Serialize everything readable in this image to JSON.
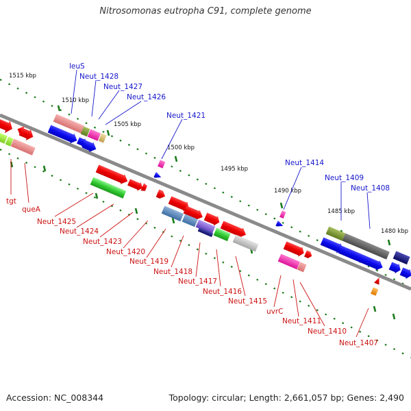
{
  "title": "Nitrosomonas eutropha C91, complete genome",
  "footer": {
    "accession": "Accession: NC_008344",
    "summary": "Topology: circular; Length: 2,661,057 bp; Genes: 2,490"
  },
  "colors": {
    "backbone": "#8a8a8a",
    "tick": "#1a7a1a",
    "label_top": "#1515cc",
    "label_bottom": "#cc1111"
  },
  "scale_labels": [
    "1515 kbp",
    "1510 kbp",
    "1505 kbp",
    "1500 kbp",
    "1495 kbp",
    "1490 kbp",
    "1485 kbp",
    "1480 kbp"
  ],
  "top_gene_labels": [
    "leuS",
    "Neut_1428",
    "Neut_1427",
    "Neut_1426",
    "Neut_1421",
    "Neut_1414",
    "Neut_1409",
    "Neut_1408"
  ],
  "bottom_gene_labels": [
    "tgt",
    "queA",
    "Neut_1425",
    "Neut_1424",
    "Neut_1423",
    "Neut_1420",
    "Neut_1419",
    "Neut_1418",
    "Neut_1417",
    "Neut_1416",
    "Neut_1415",
    "uvrC",
    "Neut_1411",
    "Neut_1410",
    "Neut_1407"
  ]
}
